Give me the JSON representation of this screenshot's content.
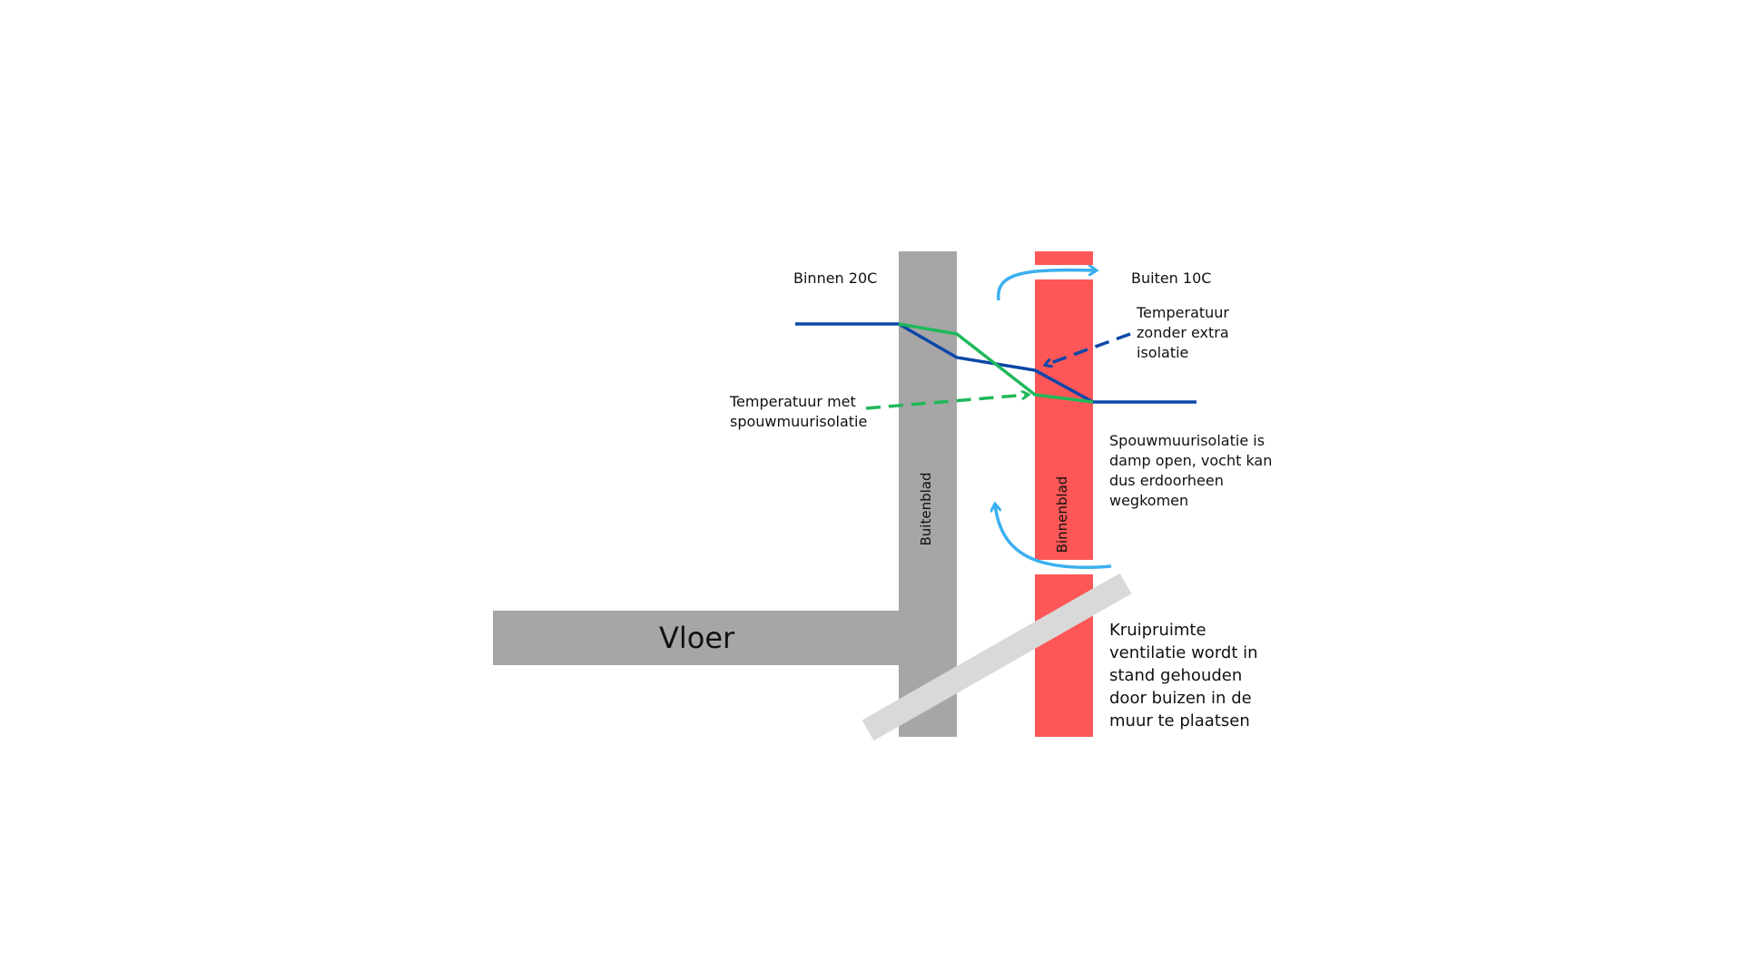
{
  "labels": {
    "inside": "Binnen 20C",
    "outside": "Buiten 10C",
    "floor": "Vloer",
    "outer_leaf": "Buitenblad",
    "inner_leaf": "Binnenblad",
    "temp_without": [
      "Temperatuur",
      "zonder extra",
      "isolatie"
    ],
    "temp_with": [
      "Temperatuur met",
      "spouwmuurisolatie"
    ],
    "insulation_note": [
      "Spouwmuurisolatie is",
      "damp open, vocht kan",
      "dus erdoorheen",
      "wegkomen"
    ],
    "crawlspace_note": [
      "Kruipruimte",
      "ventilatie wordt in",
      "stand gehouden",
      "door buizen in de",
      "muur te plaatsen"
    ]
  },
  "colors": {
    "outer_leaf": "#a6a6a6",
    "inner_leaf": "#ff5757",
    "floor": "#a6a6a6",
    "pipe": "#d9d9d9",
    "temp_without": "#0b47a8",
    "temp_with": "#1fb85a",
    "airflow": "#3ab0f0"
  }
}
